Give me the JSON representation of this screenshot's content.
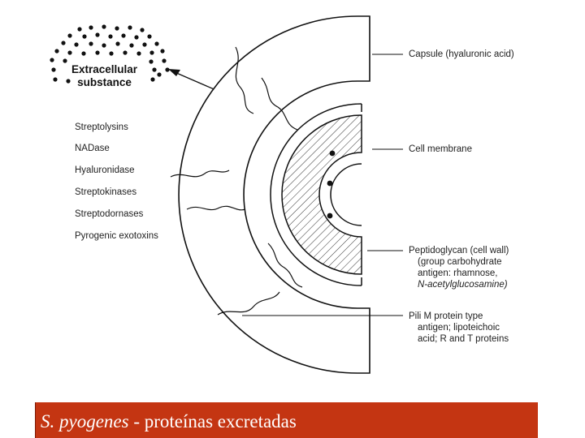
{
  "diagram": {
    "extracellular_label_line1": "Extracellular",
    "extracellular_label_line2": "substance",
    "excreted_products": [
      "Streptolysins",
      "NADase",
      "Hyaluronidase",
      "Streptokinases",
      "Streptodornases",
      "Pyrogenic exotoxins"
    ],
    "capsule_label": "Capsule  (hyaluronic acid)",
    "membrane_label": "Cell membrane",
    "wall_label_lines": [
      "Peptidoglycan (cell wall)",
      "(group carbohydrate",
      "antigen: rhamnose,",
      "N-acetylglucosamine)"
    ],
    "pili_label_lines": [
      "Pili M protein type",
      "antigen; lipoteichoic",
      "acid; R and T proteins"
    ]
  },
  "caption": {
    "species": "S. pyogenes",
    "rest": " - proteínas excretadas"
  }
}
